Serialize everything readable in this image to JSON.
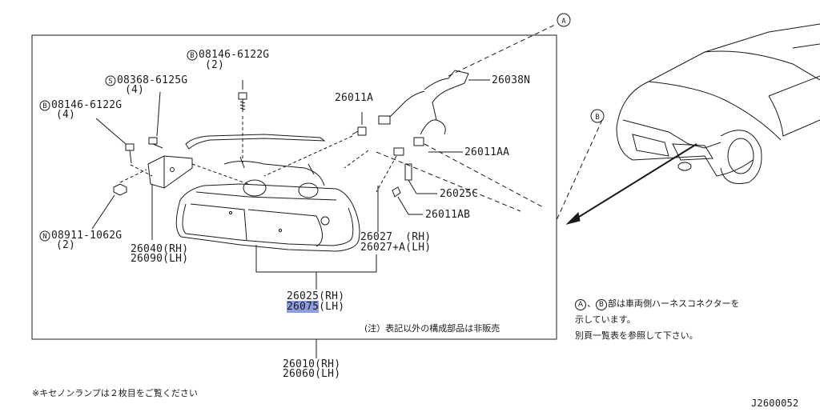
{
  "labels": {
    "bolt_top": {
      "prefix": "B",
      "number": "08146-6122G",
      "qty": "(2)"
    },
    "screw": {
      "prefix": "S",
      "number": "08368-6125G",
      "qty": "(4)"
    },
    "bolt_left": {
      "prefix": "B",
      "number": "08146-6122G",
      "qty": "(4)"
    },
    "nut": {
      "prefix": "N",
      "number": "08911-1062G",
      "qty": "(2)"
    },
    "bracket": {
      "line1": "26040(RH)",
      "line2": "26090(LH)"
    },
    "bulb_a": "26011A",
    "harness": "26038N",
    "bulb_aa": "26011AA",
    "bulb_c": "26025C",
    "bulb_ab": "26011AB",
    "lens": {
      "line1": "26027  (RH)",
      "line2": "26027+A(LH)"
    },
    "lamp_assy": {
      "line1": "26025(RH)",
      "line2_highlight": "26075",
      "line2_rest": "(LH)"
    },
    "lamp_complete": {
      "line1": "26010(RH)",
      "line2": "26060(LH)"
    },
    "callout_a": "A",
    "callout_b": "B"
  },
  "notes": {
    "not_sold": "(注）表記以外の構成部品は非販売",
    "connector_line1_a": "A",
    "connector_line1_sep": "、",
    "connector_line1_b": "B",
    "connector_line1_text": "部は車両側ハーネスコネクターを",
    "connector_line2": "示しています。",
    "connector_line3": "別頁一覧表を参照して下さい。",
    "xenon": "※キセノンランプは２枚目をご覧ください"
  },
  "diagram_code": "J2600052"
}
